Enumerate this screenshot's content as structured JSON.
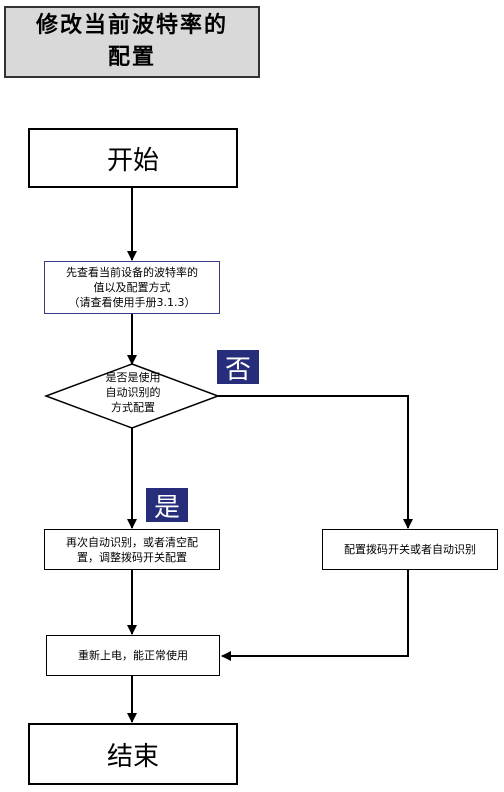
{
  "title": {
    "line1": "修改当前波特率的",
    "line2": "配置"
  },
  "nodes": {
    "start": "开始",
    "check_current": {
      "line1": "先查看当前设备的波特率的",
      "line2": "值以及配置方式",
      "line3": "（请查看使用手册3.1.3）"
    },
    "decision": {
      "line1": "是否是使用",
      "line2": "自动识别的",
      "line3": "方式配置"
    },
    "reconfigure": {
      "line1": "再次自动识别，或者清空配",
      "line2": "置，调整拨码开关配置"
    },
    "switch_config": "配置拨码开关或者自动识别",
    "power_on": "重新上电，能正常使用",
    "end": "结束"
  },
  "labels": {
    "no": "否",
    "yes": "是"
  },
  "colors": {
    "tag_background": "#262d7a",
    "title_background": "#d9d9d9"
  }
}
